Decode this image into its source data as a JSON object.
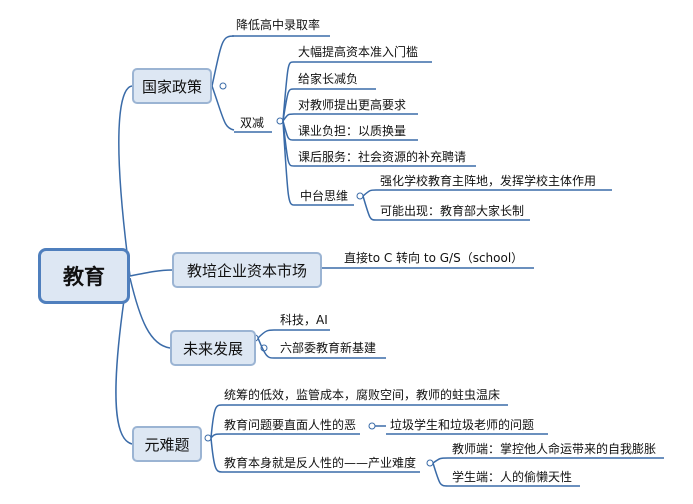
{
  "root": "教育",
  "colors": {
    "line": "#3a6ba8",
    "node_fill": "#dde7f3",
    "node_border": "#9bb4d3",
    "root_border": "#4f7fbd"
  },
  "branches": {
    "policy": {
      "label": "国家政策",
      "lower_enroll": "降低高中录取率",
      "double_reduction": {
        "label": "双减",
        "items": [
          "大幅提高资本准入门槛",
          "给家长减负",
          "对教师提出更高要求",
          "课业负担：以质换量",
          "课后服务：社会资源的补充聘请"
        ],
        "middle": {
          "label": "中台思维",
          "items": [
            "强化学校教育主阵地，发挥学校主体作用",
            "可能出现：教育部大家长制"
          ]
        }
      }
    },
    "training": {
      "label": "教培企业资本市场",
      "child": "直接to C 转向 to G/S（school）"
    },
    "future": {
      "label": "未来发展",
      "items": [
        "科技，AI",
        "六部委教育新基建"
      ]
    },
    "problems": {
      "label": "元难题",
      "items": [
        "统筹的低效，监管成本，腐败空间，教师的蛀虫温床"
      ],
      "humanity": {
        "label": "教育问题要直面人性的恶",
        "child": "垃圾学生和垃圾老师的问题"
      },
      "anti": {
        "label": "教育本身就是反人性的——产业难度",
        "items": [
          "教师端：掌控他人命运带来的自我膨胀",
          "学生端：人的偷懒天性"
        ]
      }
    }
  }
}
